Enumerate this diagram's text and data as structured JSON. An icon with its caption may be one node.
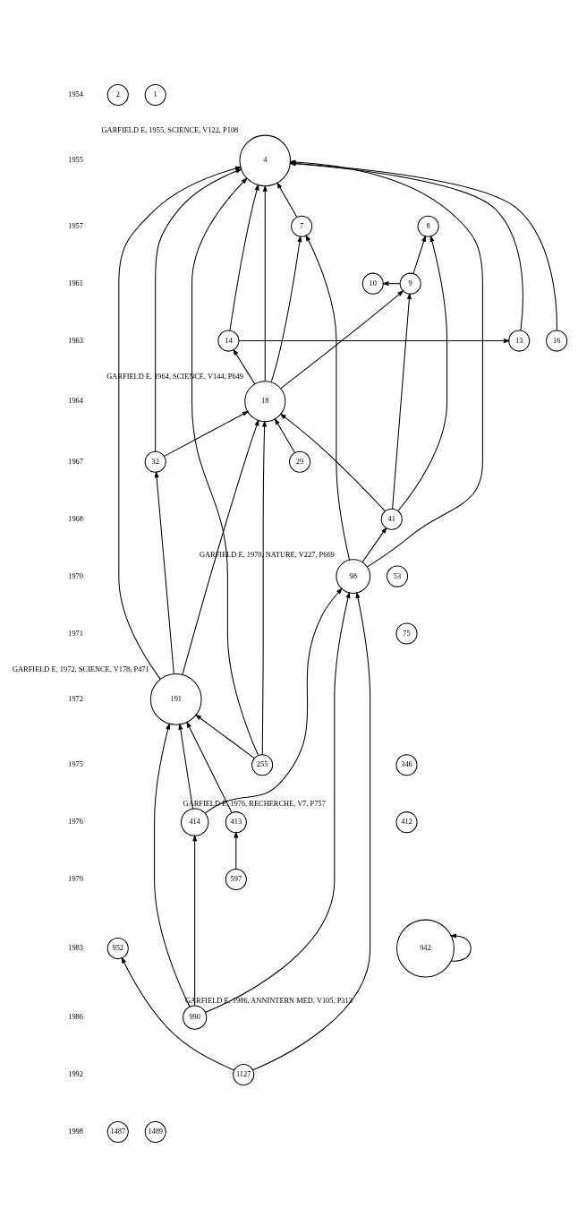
{
  "diagram": {
    "nodes": [
      {
        "text": [
          "2"
        ]
      },
      {
        "text": [
          "1"
        ]
      },
      {
        "text": [
          "4"
        ],
        "beside": [
          "GARFIELD E, 1955, SCIENCE, V122, P108"
        ]
      },
      {
        "text": [
          "8"
        ]
      },
      {
        "text": [
          "7"
        ]
      },
      {
        "text": [
          "10"
        ]
      },
      {
        "text": [
          "9"
        ]
      },
      {
        "text": [
          "14"
        ]
      },
      {
        "text": [
          "13"
        ]
      },
      {
        "text": [
          "16"
        ]
      },
      {
        "text": [
          "18"
        ],
        "beside": [
          "GARFIELD E, 1964, SCIENCE, V144, P649"
        ]
      },
      {
        "text": [
          "29"
        ]
      },
      {
        "text": [
          "32"
        ]
      },
      {
        "text": [
          "41"
        ]
      },
      {
        "text": [
          "98"
        ],
        "beside": [
          "GARFIELD E, 1970, NATURE, V227, P669"
        ]
      },
      {
        "text": [
          "53"
        ]
      },
      {
        "text": [
          "75"
        ]
      },
      {
        "text": [
          "191"
        ],
        "beside": [
          "GARFIELD E, 1972, SCIENCE, V178, P471"
        ]
      },
      {
        "text": [
          "255"
        ]
      },
      {
        "text": [
          "346"
        ]
      },
      {
        "text": [
          "414"
        ],
        "beside": [
          "GARFIELD E, 1976, RECHERCHE, V7, P757"
        ]
      },
      {
        "text": [
          "413"
        ]
      },
      {
        "text": [
          "412"
        ]
      },
      {
        "text": [
          "597"
        ]
      },
      {
        "text": [
          "952"
        ]
      },
      {
        "text": [
          "942"
        ]
      },
      {
        "text": [
          "990"
        ],
        "beside": [
          "GARFIELD E, 1986, ANNINTERN MED, V105, P313"
        ]
      },
      {
        "text": [
          "1127"
        ]
      },
      {
        "text": [
          "1487"
        ]
      },
      {
        "text": [
          "1489"
        ]
      }
    ],
    "edges": [
      {
        "from": 14,
        "to": 2,
        "arrow": "to"
      },
      {
        "from": 4,
        "to": 2,
        "arrow": "to"
      },
      {
        "from": 10,
        "to": 2,
        "arrow": "to"
      },
      {
        "from": 7,
        "to": 2,
        "arrow": "to"
      },
      {
        "from": 18,
        "to": 2,
        "arrow": "to"
      },
      {
        "from": 12,
        "to": 2,
        "arrow": "to"
      },
      {
        "from": 8,
        "to": 2,
        "arrow": "to"
      },
      {
        "from": 9,
        "to": 2,
        "arrow": "to"
      },
      {
        "from": 17,
        "to": 2,
        "arrow": "to"
      },
      {
        "from": 6,
        "to": 3,
        "arrow": "to"
      },
      {
        "from": 13,
        "to": 3,
        "arrow": "to"
      },
      {
        "from": 14,
        "to": 4,
        "arrow": "to"
      },
      {
        "from": 10,
        "to": 4,
        "arrow": "to"
      },
      {
        "from": 6,
        "to": 5,
        "arrow": "to"
      },
      {
        "from": 13,
        "to": 6,
        "arrow": "to"
      },
      {
        "from": 10,
        "to": 6,
        "arrow": "to"
      },
      {
        "from": 10,
        "to": 7,
        "arrow": "to"
      },
      {
        "from": 7,
        "to": 8,
        "arrow": "to"
      },
      {
        "from": 13,
        "to": 10,
        "arrow": "to"
      },
      {
        "from": 11,
        "to": 10,
        "arrow": "to"
      },
      {
        "from": 12,
        "to": 10,
        "arrow": "to"
      },
      {
        "from": 18,
        "to": 10,
        "arrow": "to"
      },
      {
        "from": 17,
        "to": 10,
        "arrow": "to"
      },
      {
        "from": 14,
        "to": 13,
        "arrow": "to"
      },
      {
        "from": 17,
        "to": 12,
        "arrow": "to"
      },
      {
        "from": 18,
        "to": 17,
        "arrow": "to"
      },
      {
        "from": 20,
        "to": 17,
        "arrow": "to"
      },
      {
        "from": 26,
        "to": 17,
        "arrow": "to"
      },
      {
        "from": 21,
        "to": 17,
        "arrow": "to"
      },
      {
        "from": 20,
        "to": 14,
        "arrow": "to"
      },
      {
        "from": 26,
        "to": 14,
        "arrow": "to"
      },
      {
        "from": 27,
        "to": 14,
        "arrow": "to"
      },
      {
        "from": 26,
        "to": 20,
        "arrow": "to"
      },
      {
        "from": 23,
        "to": 21,
        "arrow": "to"
      },
      {
        "from": 27,
        "to": 24,
        "arrow": "to"
      },
      {
        "from": 25,
        "to": 25,
        "arrow": "to"
      }
    ],
    "labels": [
      "1954",
      "1955",
      "1957",
      "1961",
      "1963",
      "1964",
      "1967",
      "1968",
      "1970",
      "1971",
      "1972",
      "1975",
      "1976",
      "1979",
      "1983",
      "1986",
      "1992",
      "1998"
    ]
  }
}
